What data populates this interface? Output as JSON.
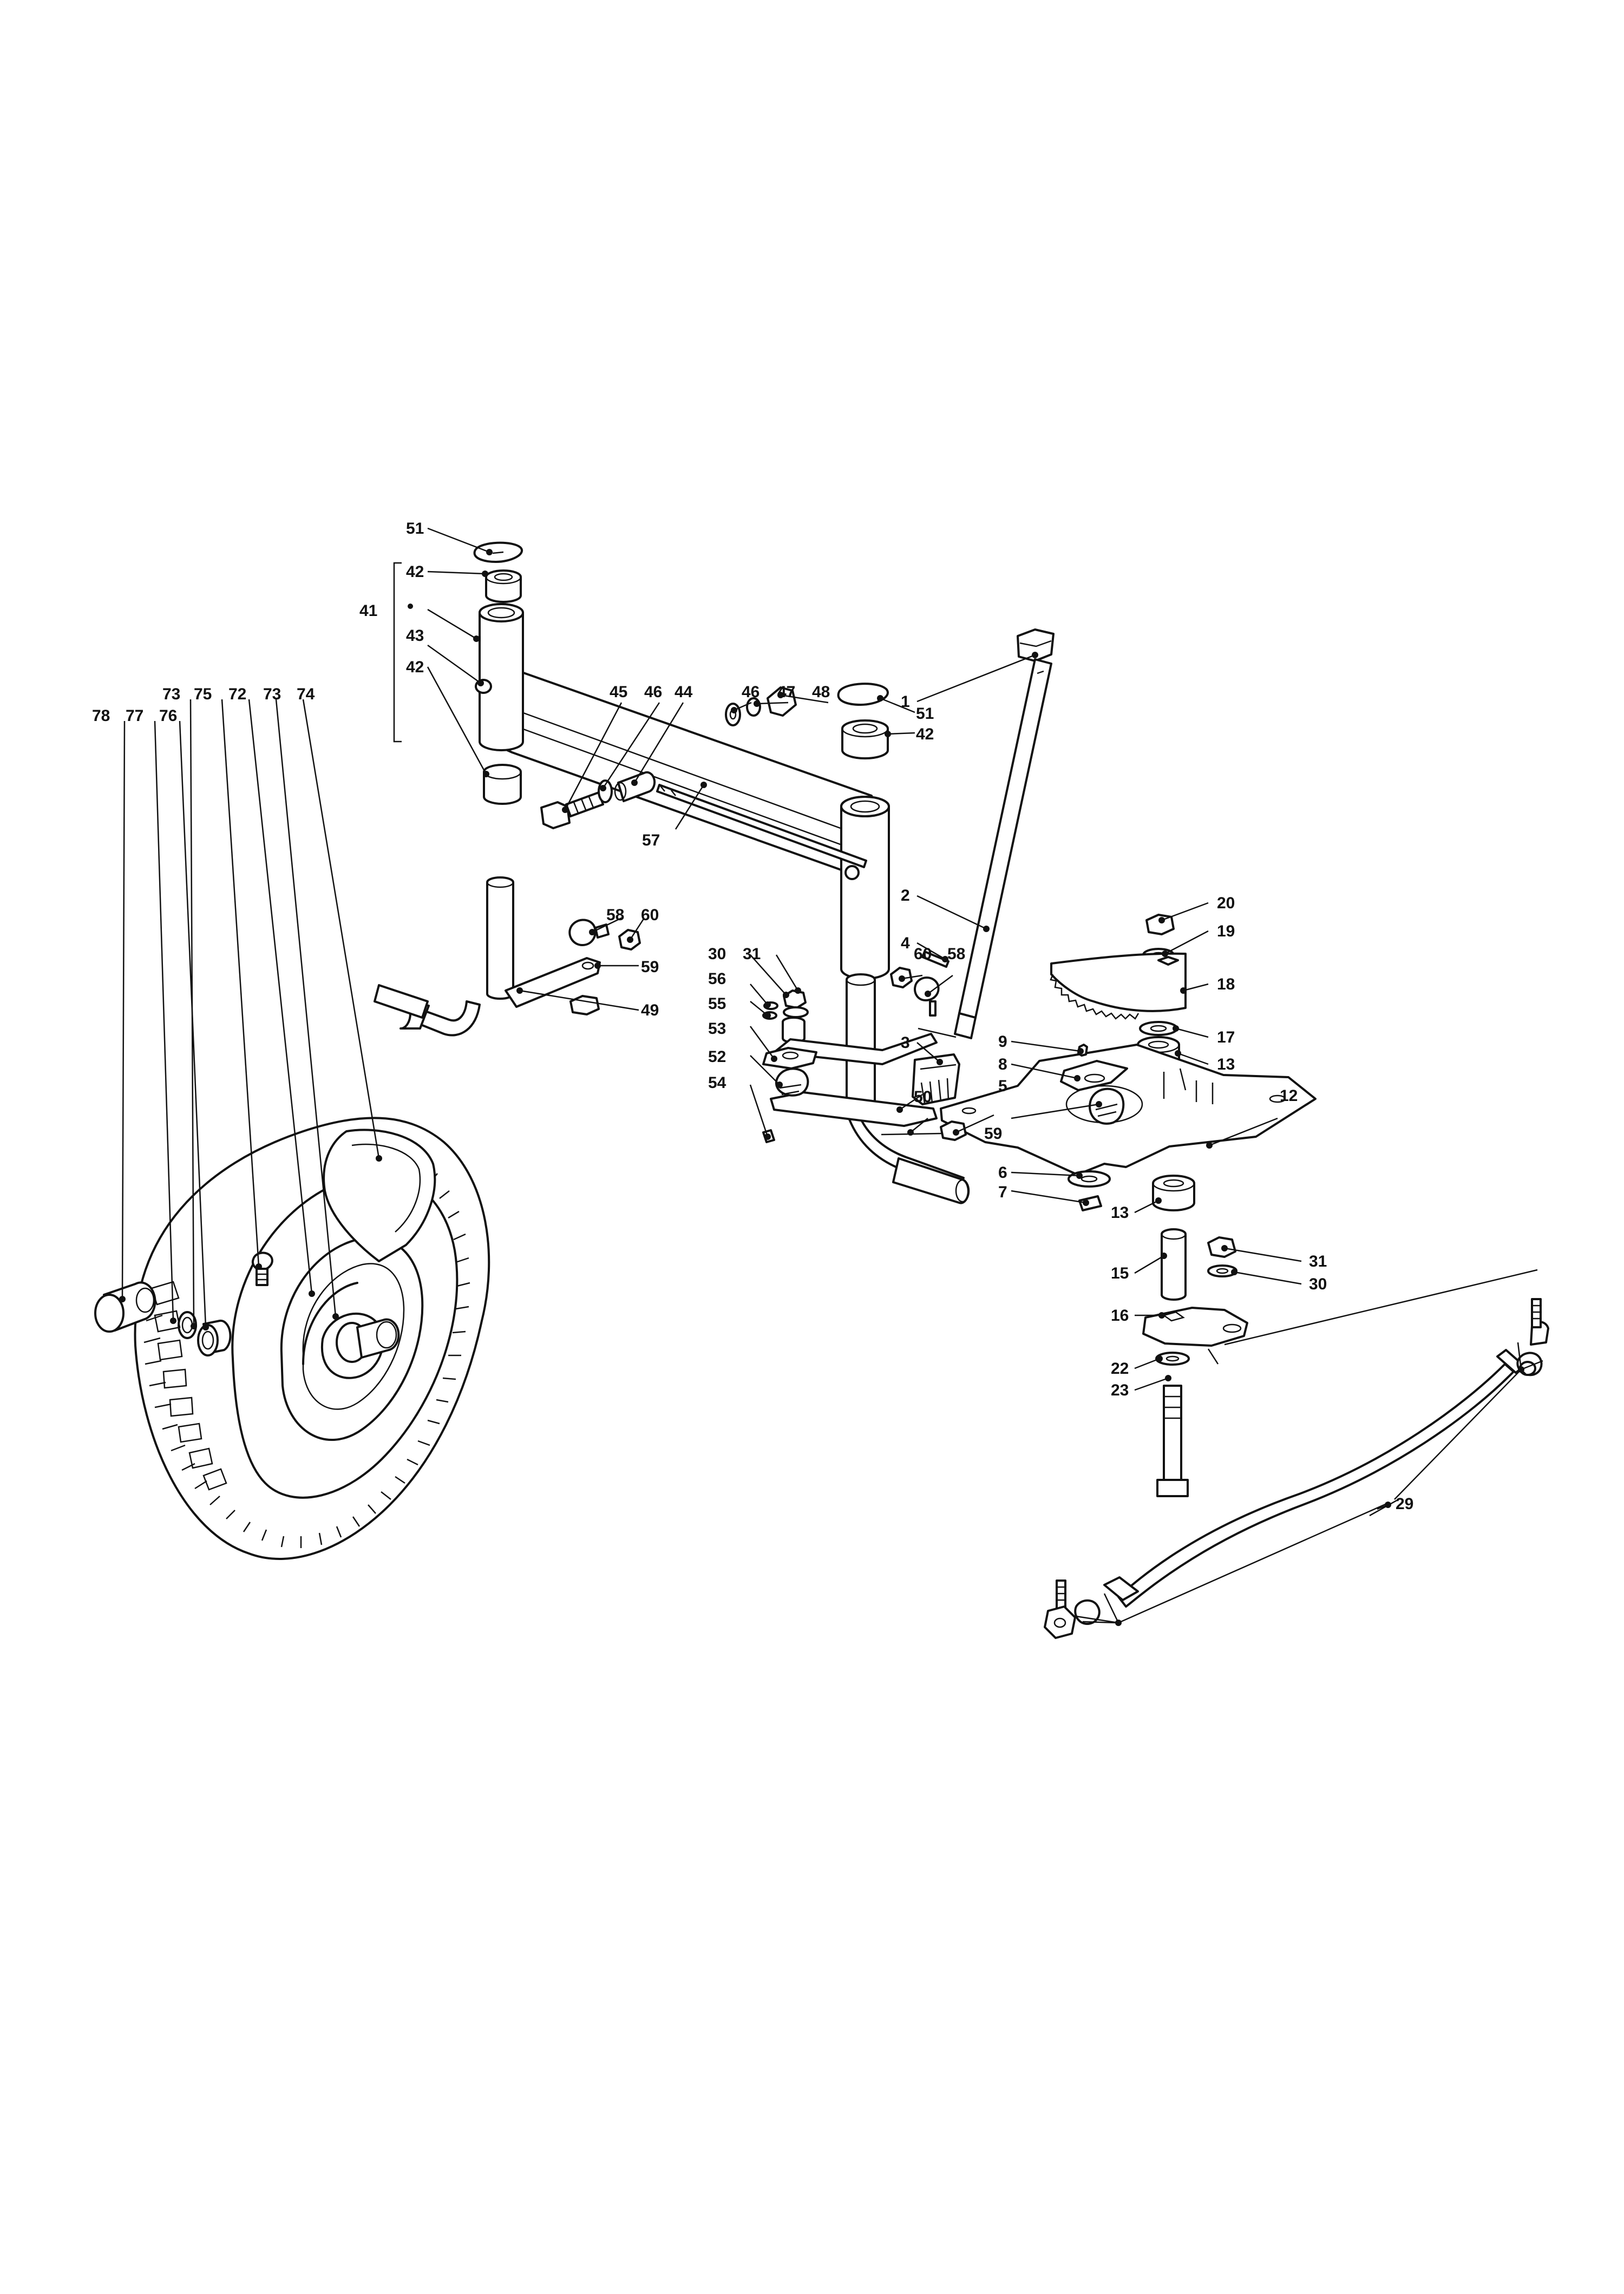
{
  "callouts": {
    "c1": "1",
    "c2": "2",
    "c3": "3",
    "c4": "4",
    "c5": "5",
    "c6": "6",
    "c7": "7",
    "c8": "8",
    "c9": "9",
    "c12": "12",
    "c13a": "13",
    "c13b": "13",
    "c15": "15",
    "c16": "16",
    "c17": "17",
    "c18": "18",
    "c19": "19",
    "c20": "20",
    "c22": "22",
    "c23": "23",
    "c29": "29",
    "c30a": "30",
    "c31a": "31",
    "c30b": "30",
    "c31b": "31",
    "c41": "41",
    "c42a": "42",
    "c42b": "42",
    "c42c": "42",
    "c43": "43",
    "c44": "44",
    "c45": "45",
    "c46a": "46",
    "c46b": "46",
    "c47": "47",
    "c48": "48",
    "c49": "49",
    "c50": "50",
    "c51a": "51",
    "c51b": "51",
    "c52": "52",
    "c53": "53",
    "c54": "54",
    "c55": "55",
    "c56": "56",
    "c57": "57",
    "c58a": "58",
    "c58b": "58",
    "c59a": "59",
    "c59b": "59",
    "c60a": "60",
    "c60b": "60",
    "c72": "72",
    "c73a": "73",
    "c73b": "73",
    "c74": "74",
    "c75": "75",
    "c76": "76",
    "c77": "77",
    "c78": "78"
  }
}
